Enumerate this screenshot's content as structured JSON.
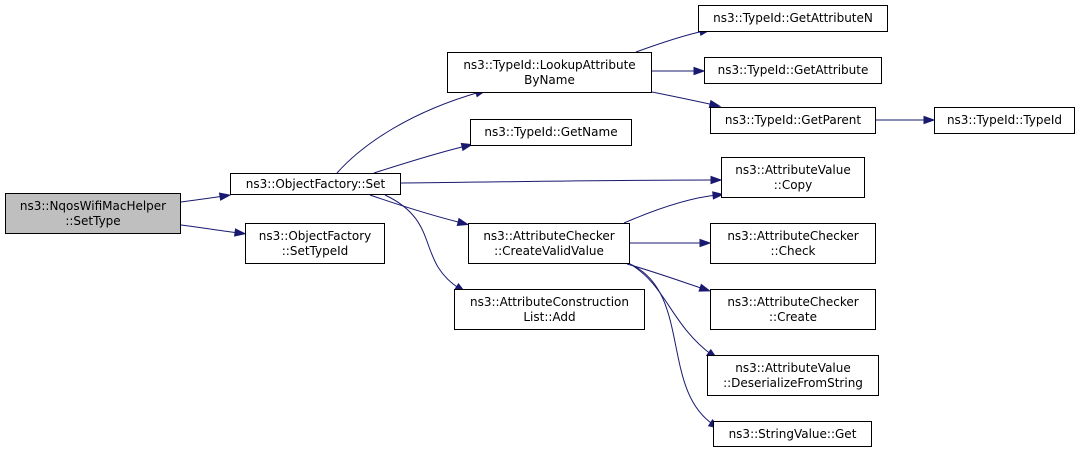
{
  "colors": {
    "edge": "#191970",
    "node_border": "#000000",
    "focus_fill": "#bfbfbf",
    "node_fill": "#ffffff"
  },
  "nodes": {
    "nqos_settype": {
      "lines": [
        "ns3::NqosWifiMacHelper",
        "::SetType"
      ],
      "focus": true
    },
    "objfactory_set": {
      "lines": [
        "ns3::ObjectFactory::Set"
      ]
    },
    "objfactory_settypeid": {
      "lines": [
        "ns3::ObjectFactory",
        "::SetTypeId"
      ]
    },
    "typeid_lookup": {
      "lines": [
        "ns3::TypeId::LookupAttribute",
        "ByName"
      ]
    },
    "typeid_getname": {
      "lines": [
        "ns3::TypeId::GetName"
      ]
    },
    "checker_createvalid": {
      "lines": [
        "ns3::AttributeChecker",
        "::CreateValidValue"
      ]
    },
    "construction_add": {
      "lines": [
        "ns3::AttributeConstruction",
        "List::Add"
      ]
    },
    "typeid_getattrn": {
      "lines": [
        "ns3::TypeId::GetAttributeN"
      ]
    },
    "typeid_getattr": {
      "lines": [
        "ns3::TypeId::GetAttribute"
      ]
    },
    "typeid_getparent": {
      "lines": [
        "ns3::TypeId::GetParent"
      ]
    },
    "typeid_typeid": {
      "lines": [
        "ns3::TypeId::TypeId"
      ]
    },
    "value_copy": {
      "lines": [
        "ns3::AttributeValue",
        "::Copy"
      ]
    },
    "checker_check": {
      "lines": [
        "ns3::AttributeChecker",
        "::Check"
      ]
    },
    "checker_create": {
      "lines": [
        "ns3::AttributeChecker",
        "::Create"
      ]
    },
    "value_deserialize": {
      "lines": [
        "ns3::AttributeValue",
        "::DeserializeFromString"
      ]
    },
    "stringvalue_get": {
      "lines": [
        "ns3::StringValue::Get"
      ]
    }
  },
  "edges": [
    {
      "from": "nqos_settype",
      "to": "objfactory_set"
    },
    {
      "from": "nqos_settype",
      "to": "objfactory_settypeid"
    },
    {
      "from": "objfactory_set",
      "to": "typeid_lookup"
    },
    {
      "from": "objfactory_set",
      "to": "typeid_getname"
    },
    {
      "from": "objfactory_set",
      "to": "value_copy"
    },
    {
      "from": "objfactory_set",
      "to": "checker_createvalid"
    },
    {
      "from": "objfactory_set",
      "to": "construction_add"
    },
    {
      "from": "typeid_lookup",
      "to": "typeid_getattrn"
    },
    {
      "from": "typeid_lookup",
      "to": "typeid_getattr"
    },
    {
      "from": "typeid_lookup",
      "to": "typeid_getparent"
    },
    {
      "from": "typeid_getparent",
      "to": "typeid_typeid"
    },
    {
      "from": "checker_createvalid",
      "to": "value_copy"
    },
    {
      "from": "checker_createvalid",
      "to": "checker_check"
    },
    {
      "from": "checker_createvalid",
      "to": "checker_create"
    },
    {
      "from": "checker_createvalid",
      "to": "value_deserialize"
    },
    {
      "from": "checker_createvalid",
      "to": "stringvalue_get"
    }
  ]
}
